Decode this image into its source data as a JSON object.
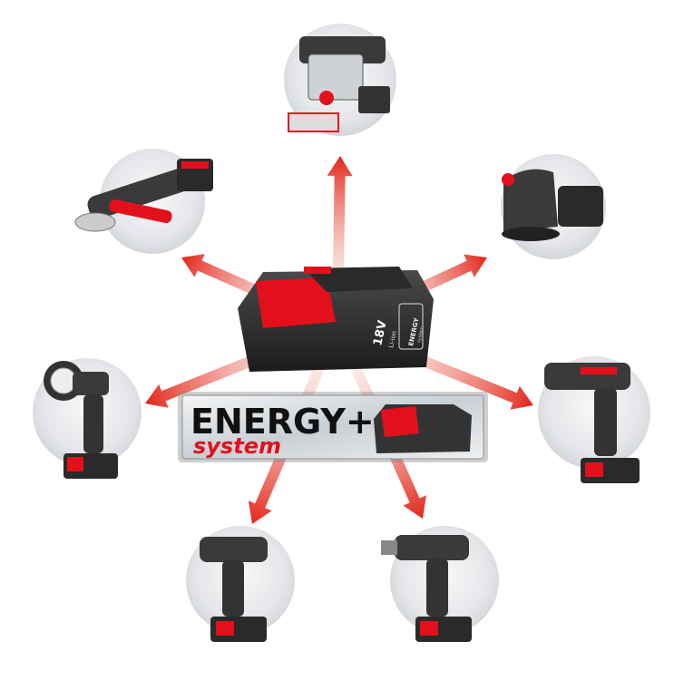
{
  "logo": {
    "title": "ENERGY+",
    "subtitle": "system"
  },
  "battery": {
    "voltage": "18V",
    "chemistry": "Li-ion",
    "badge_title": "ENERGY",
    "badge_sub": "system"
  },
  "tools": [
    {
      "name": "jigsaw"
    },
    {
      "name": "angle-grinder"
    },
    {
      "name": "orbital-sander"
    },
    {
      "name": "work-light"
    },
    {
      "name": "rotary-hammer"
    },
    {
      "name": "impact-driver"
    },
    {
      "name": "drill-driver"
    }
  ],
  "colors": {
    "accent": "#e3101c",
    "arrow": "#e8301f",
    "tool_body": "#3a3a3a",
    "circle": "#e6e8eb"
  }
}
